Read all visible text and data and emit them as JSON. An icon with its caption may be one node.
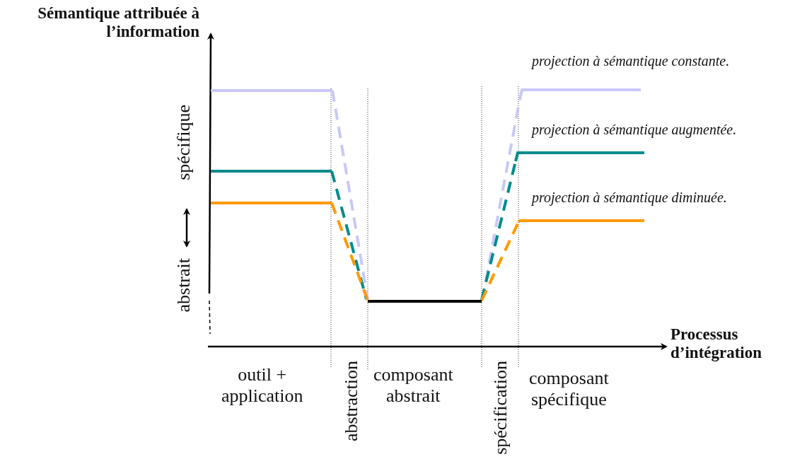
{
  "diagram": {
    "labels": [
      "Sémantique attribuée à l’information",
      "projection à sémantique constante.",
      "projection à sémantique augmentée.",
      "projection à sémantique diminuée.",
      "spécifique",
      "abstrait",
      "Processus d’intégration",
      "outil + application",
      "abstraction",
      "composant abstrait",
      "spécification",
      "composant spécifique"
    ]
  }
}
